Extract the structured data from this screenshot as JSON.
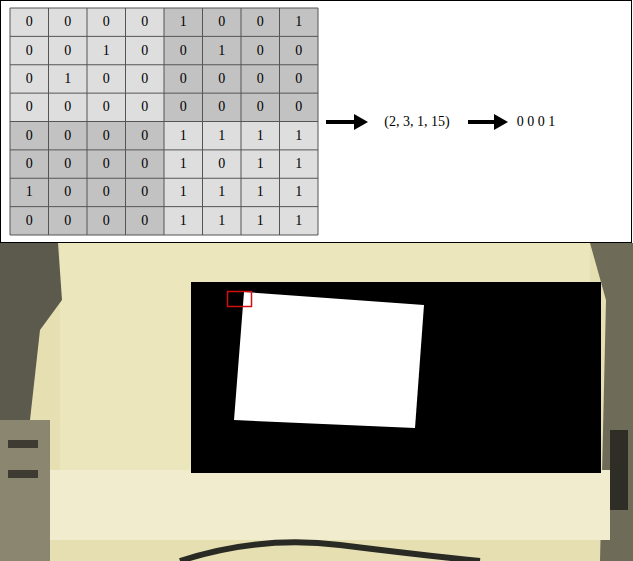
{
  "diagram": {
    "labels": [
      "0",
      "0",
      "0",
      "0",
      "1",
      "0",
      "0",
      "1",
      "0",
      "0",
      "1",
      "0",
      "0",
      "1",
      "0",
      "0",
      "0",
      "1",
      "0",
      "0",
      "0",
      "0",
      "0",
      "0",
      "0",
      "0",
      "0",
      "0",
      "0",
      "0",
      "0",
      "0",
      "0",
      "0",
      "0",
      "0",
      "1",
      "1",
      "1",
      "1",
      "0",
      "0",
      "0",
      "0",
      "1",
      "0",
      "1",
      "1",
      "1",
      "0",
      "0",
      "0",
      "1",
      "1",
      "1",
      "1",
      "0",
      "0",
      "0",
      "0",
      "1",
      "1",
      "1",
      "1",
      "(2, 3, 1, 15)",
      "0 0 0 1"
    ]
  }
}
